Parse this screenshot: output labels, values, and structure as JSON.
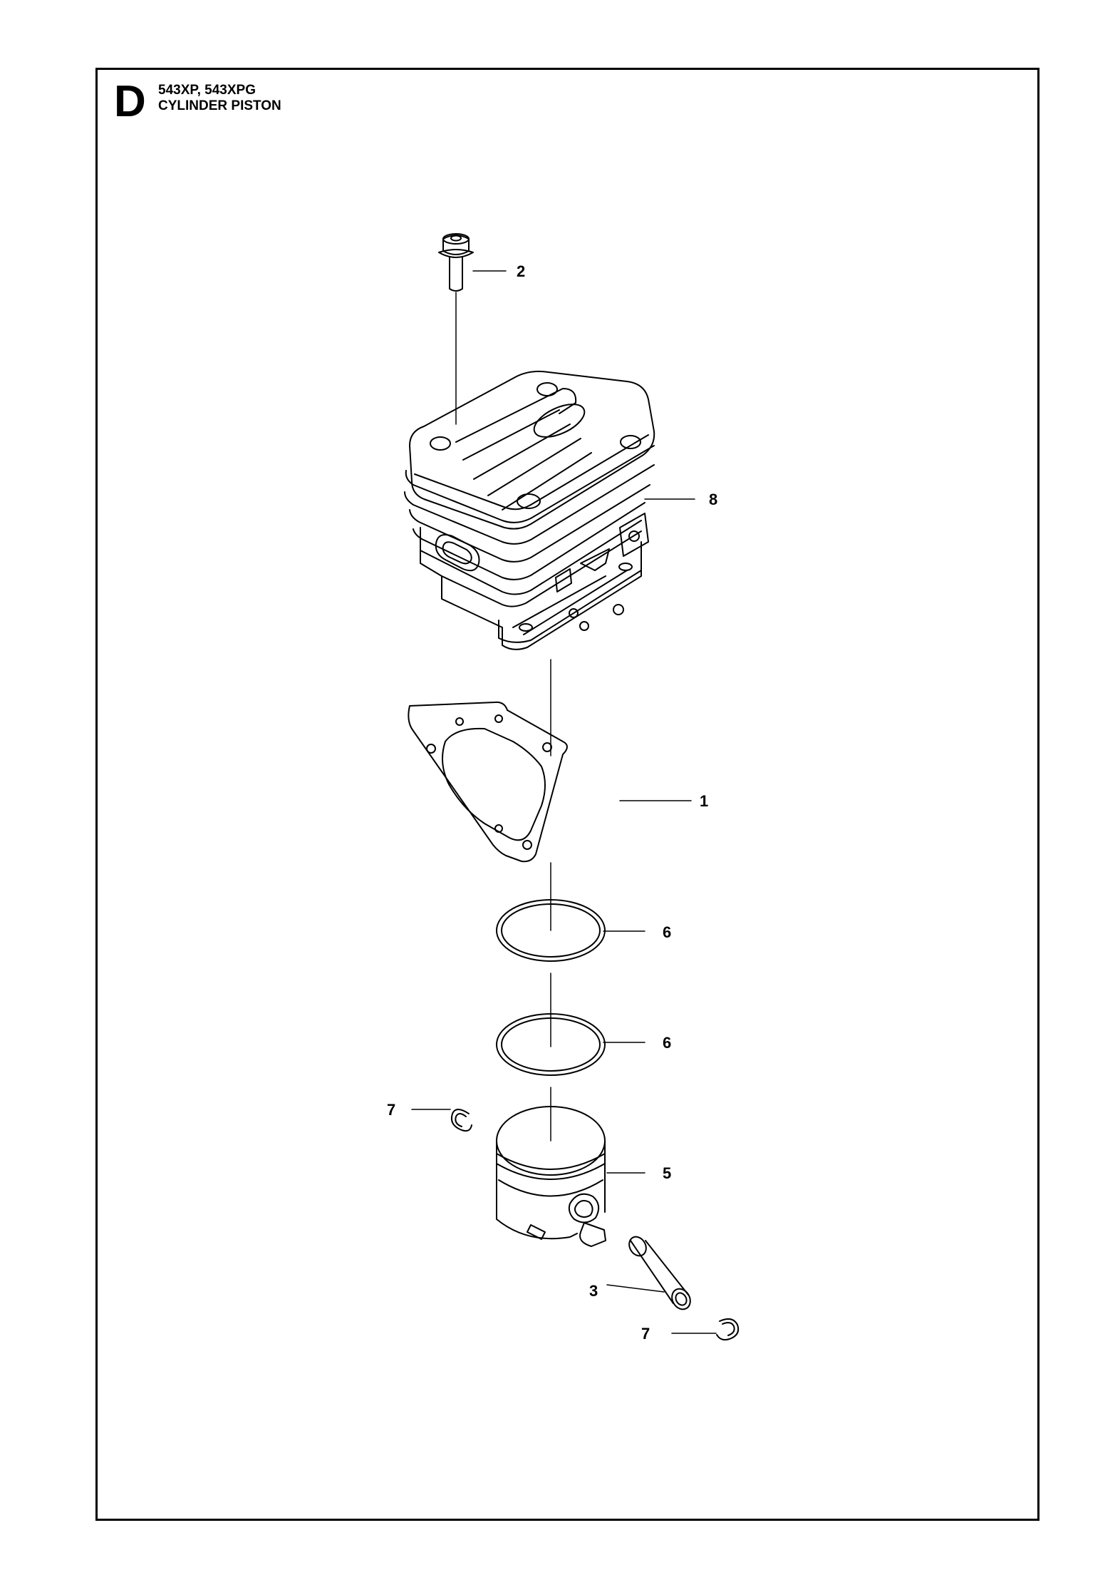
{
  "header": {
    "section_letter": "D",
    "models": "543XP, 543XPG",
    "title": "CYLINDER PISTON"
  },
  "callouts": {
    "c1": "1",
    "c2": "2",
    "c3": "3",
    "c5": "5",
    "c6a": "6",
    "c6b": "6",
    "c7a": "7",
    "c7b": "7",
    "c8": "8"
  },
  "parts": {
    "screw": "screw-icon",
    "cylinder": "cylinder-icon",
    "gasket": "gasket-icon",
    "ring_upper": "piston-ring-icon",
    "ring_lower": "piston-ring-icon",
    "piston": "piston-icon",
    "pin": "piston-pin-icon",
    "circlip_left": "circlip-icon",
    "circlip_right": "circlip-icon"
  }
}
